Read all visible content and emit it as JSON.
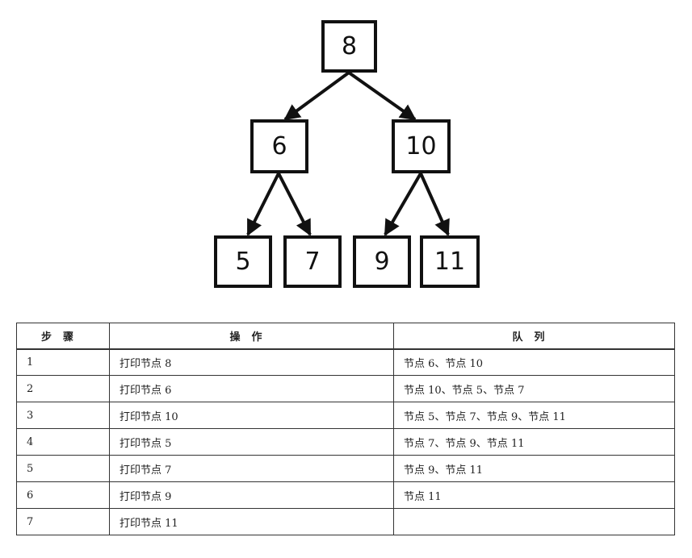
{
  "tree": {
    "nodes": [
      {
        "id": "n8",
        "label": "8"
      },
      {
        "id": "n6",
        "label": "6"
      },
      {
        "id": "n10",
        "label": "10"
      },
      {
        "id": "n5",
        "label": "5"
      },
      {
        "id": "n7",
        "label": "7"
      },
      {
        "id": "n9",
        "label": "9"
      },
      {
        "id": "n11",
        "label": "11"
      }
    ],
    "edges": [
      {
        "from": "n8",
        "to": "n6"
      },
      {
        "from": "n8",
        "to": "n10"
      },
      {
        "from": "n6",
        "to": "n5"
      },
      {
        "from": "n6",
        "to": "n7"
      },
      {
        "from": "n10",
        "to": "n9"
      },
      {
        "from": "n10",
        "to": "n11"
      }
    ]
  },
  "table": {
    "headers": [
      "步骤",
      "操作",
      "队列"
    ],
    "rows": [
      {
        "step": "1",
        "operation": "打印节点 8",
        "queue": "节点 6、节点 10"
      },
      {
        "step": "2",
        "operation": "打印节点 6",
        "queue": "节点 10、节点 5、节点 7"
      },
      {
        "step": "3",
        "operation": "打印节点 10",
        "queue": "节点 5、节点 7、节点 9、节点 11"
      },
      {
        "step": "4",
        "operation": "打印节点 5",
        "queue": "节点 7、节点 9、节点 11"
      },
      {
        "step": "5",
        "operation": "打印节点 7",
        "queue": "节点 9、节点 11"
      },
      {
        "step": "6",
        "operation": "打印节点 9",
        "queue": "节点 11"
      },
      {
        "step": "7",
        "operation": "打印节点 11",
        "queue": ""
      }
    ]
  }
}
